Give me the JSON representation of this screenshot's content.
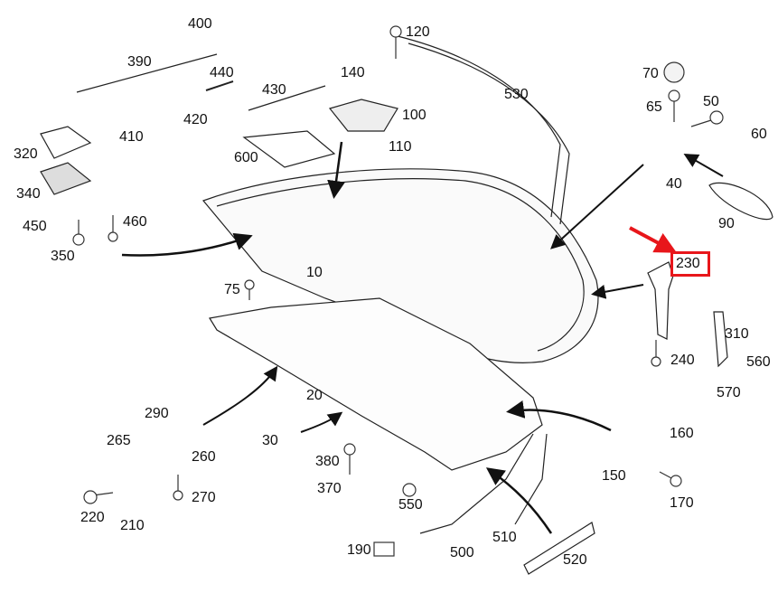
{
  "diagram": {
    "type": "exploded-parts-diagram",
    "highlight": {
      "part": "230",
      "color": "#e8161b"
    },
    "labels": [
      {
        "id": "400",
        "text": "400"
      },
      {
        "id": "390",
        "text": "390"
      },
      {
        "id": "440",
        "text": "440"
      },
      {
        "id": "430",
        "text": "430"
      },
      {
        "id": "410",
        "text": "410"
      },
      {
        "id": "420",
        "text": "420"
      },
      {
        "id": "320",
        "text": "320"
      },
      {
        "id": "340",
        "text": "340"
      },
      {
        "id": "450",
        "text": "450"
      },
      {
        "id": "460",
        "text": "460"
      },
      {
        "id": "350",
        "text": "350"
      },
      {
        "id": "600",
        "text": "600"
      },
      {
        "id": "120",
        "text": "120"
      },
      {
        "id": "140",
        "text": "140"
      },
      {
        "id": "100",
        "text": "100"
      },
      {
        "id": "110",
        "text": "110"
      },
      {
        "id": "530",
        "text": "530"
      },
      {
        "id": "70",
        "text": "70"
      },
      {
        "id": "65",
        "text": "65"
      },
      {
        "id": "50",
        "text": "50"
      },
      {
        "id": "60",
        "text": "60"
      },
      {
        "id": "40",
        "text": "40"
      },
      {
        "id": "90",
        "text": "90"
      },
      {
        "id": "230",
        "text": "230"
      },
      {
        "id": "10",
        "text": "10"
      },
      {
        "id": "75",
        "text": "75"
      },
      {
        "id": "310",
        "text": "310"
      },
      {
        "id": "240",
        "text": "240"
      },
      {
        "id": "560",
        "text": "560"
      },
      {
        "id": "570",
        "text": "570"
      },
      {
        "id": "20",
        "text": "20"
      },
      {
        "id": "290",
        "text": "290"
      },
      {
        "id": "265",
        "text": "265"
      },
      {
        "id": "260",
        "text": "260"
      },
      {
        "id": "30",
        "text": "30"
      },
      {
        "id": "160",
        "text": "160"
      },
      {
        "id": "380",
        "text": "380"
      },
      {
        "id": "370",
        "text": "370"
      },
      {
        "id": "550",
        "text": "550"
      },
      {
        "id": "150",
        "text": "150"
      },
      {
        "id": "170",
        "text": "170"
      },
      {
        "id": "270",
        "text": "270"
      },
      {
        "id": "220",
        "text": "220"
      },
      {
        "id": "210",
        "text": "210"
      },
      {
        "id": "190",
        "text": "190"
      },
      {
        "id": "500",
        "text": "500"
      },
      {
        "id": "510",
        "text": "510"
      },
      {
        "id": "520",
        "text": "520"
      }
    ]
  }
}
